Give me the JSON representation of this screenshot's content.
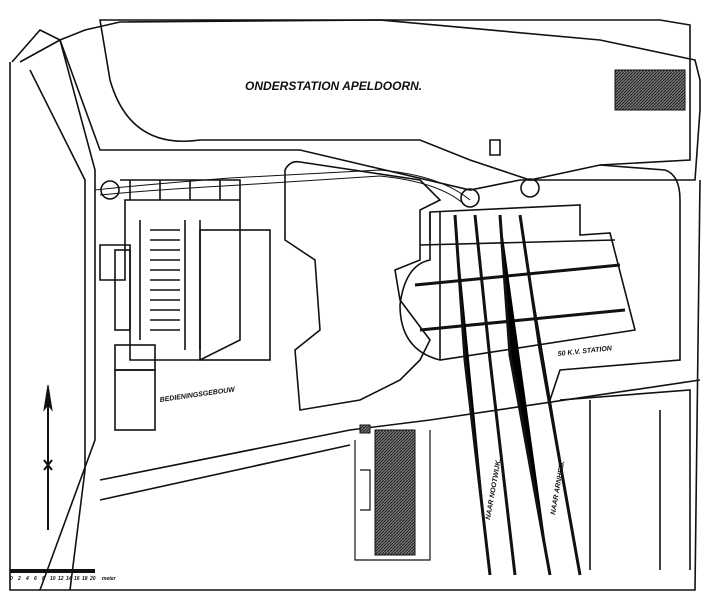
{
  "title": "ONDERSTATION APELDOORN.",
  "labels": {
    "control_building": "BEDIENINGSGEBOUW",
    "station": "50 K.V. STATION",
    "line_1": "NAAR NOOTWIJK.",
    "line_2": "NAAR ARNHEM."
  },
  "scale_bar": {
    "ticks": [
      "0",
      "2",
      "4",
      "6",
      "8",
      "10",
      "12",
      "14",
      "16",
      "18",
      "20"
    ],
    "unit": "meter"
  },
  "colors": {
    "ink": "#111111",
    "paper": "#ffffff",
    "hatch": "#555555"
  }
}
